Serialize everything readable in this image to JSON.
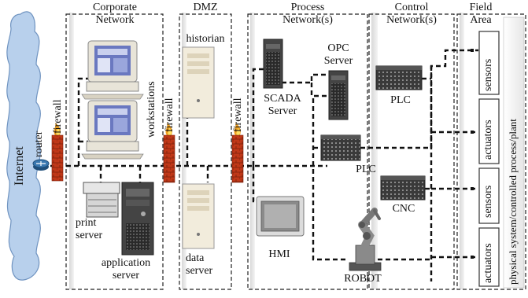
{
  "zones": {
    "corporate": "Corporate\nNetwork",
    "dmz": "DMZ",
    "process": "Process\nNetwork(s)",
    "control": "Control\nNetwork(s)",
    "field": "Field\nArea"
  },
  "labels": {
    "internet": "Internet",
    "router": "router",
    "firewall": "firewall",
    "workstations": "workstations",
    "print_server": "print\nserver",
    "application_server": "application\nserver",
    "historian": "historian",
    "data_server": "data\nserver",
    "opc_server": "OPC\nServer",
    "scada_server": "SCADA\nServer",
    "hmi": "HMI",
    "plc": "PLC",
    "cnc": "CNC",
    "robot": "ROBOT",
    "sensors": "sensors",
    "actuators": "actuators",
    "plant": "physical system/controlled process/plant"
  },
  "colors": {
    "cloud": "#b8d0ec",
    "firewall": "#c03818",
    "flame": "#f0a020",
    "router": "#3a78b0",
    "monitor_screen": "#6a78c0",
    "device_gray": "#444444",
    "tower_beige": "#f2ecdc"
  }
}
